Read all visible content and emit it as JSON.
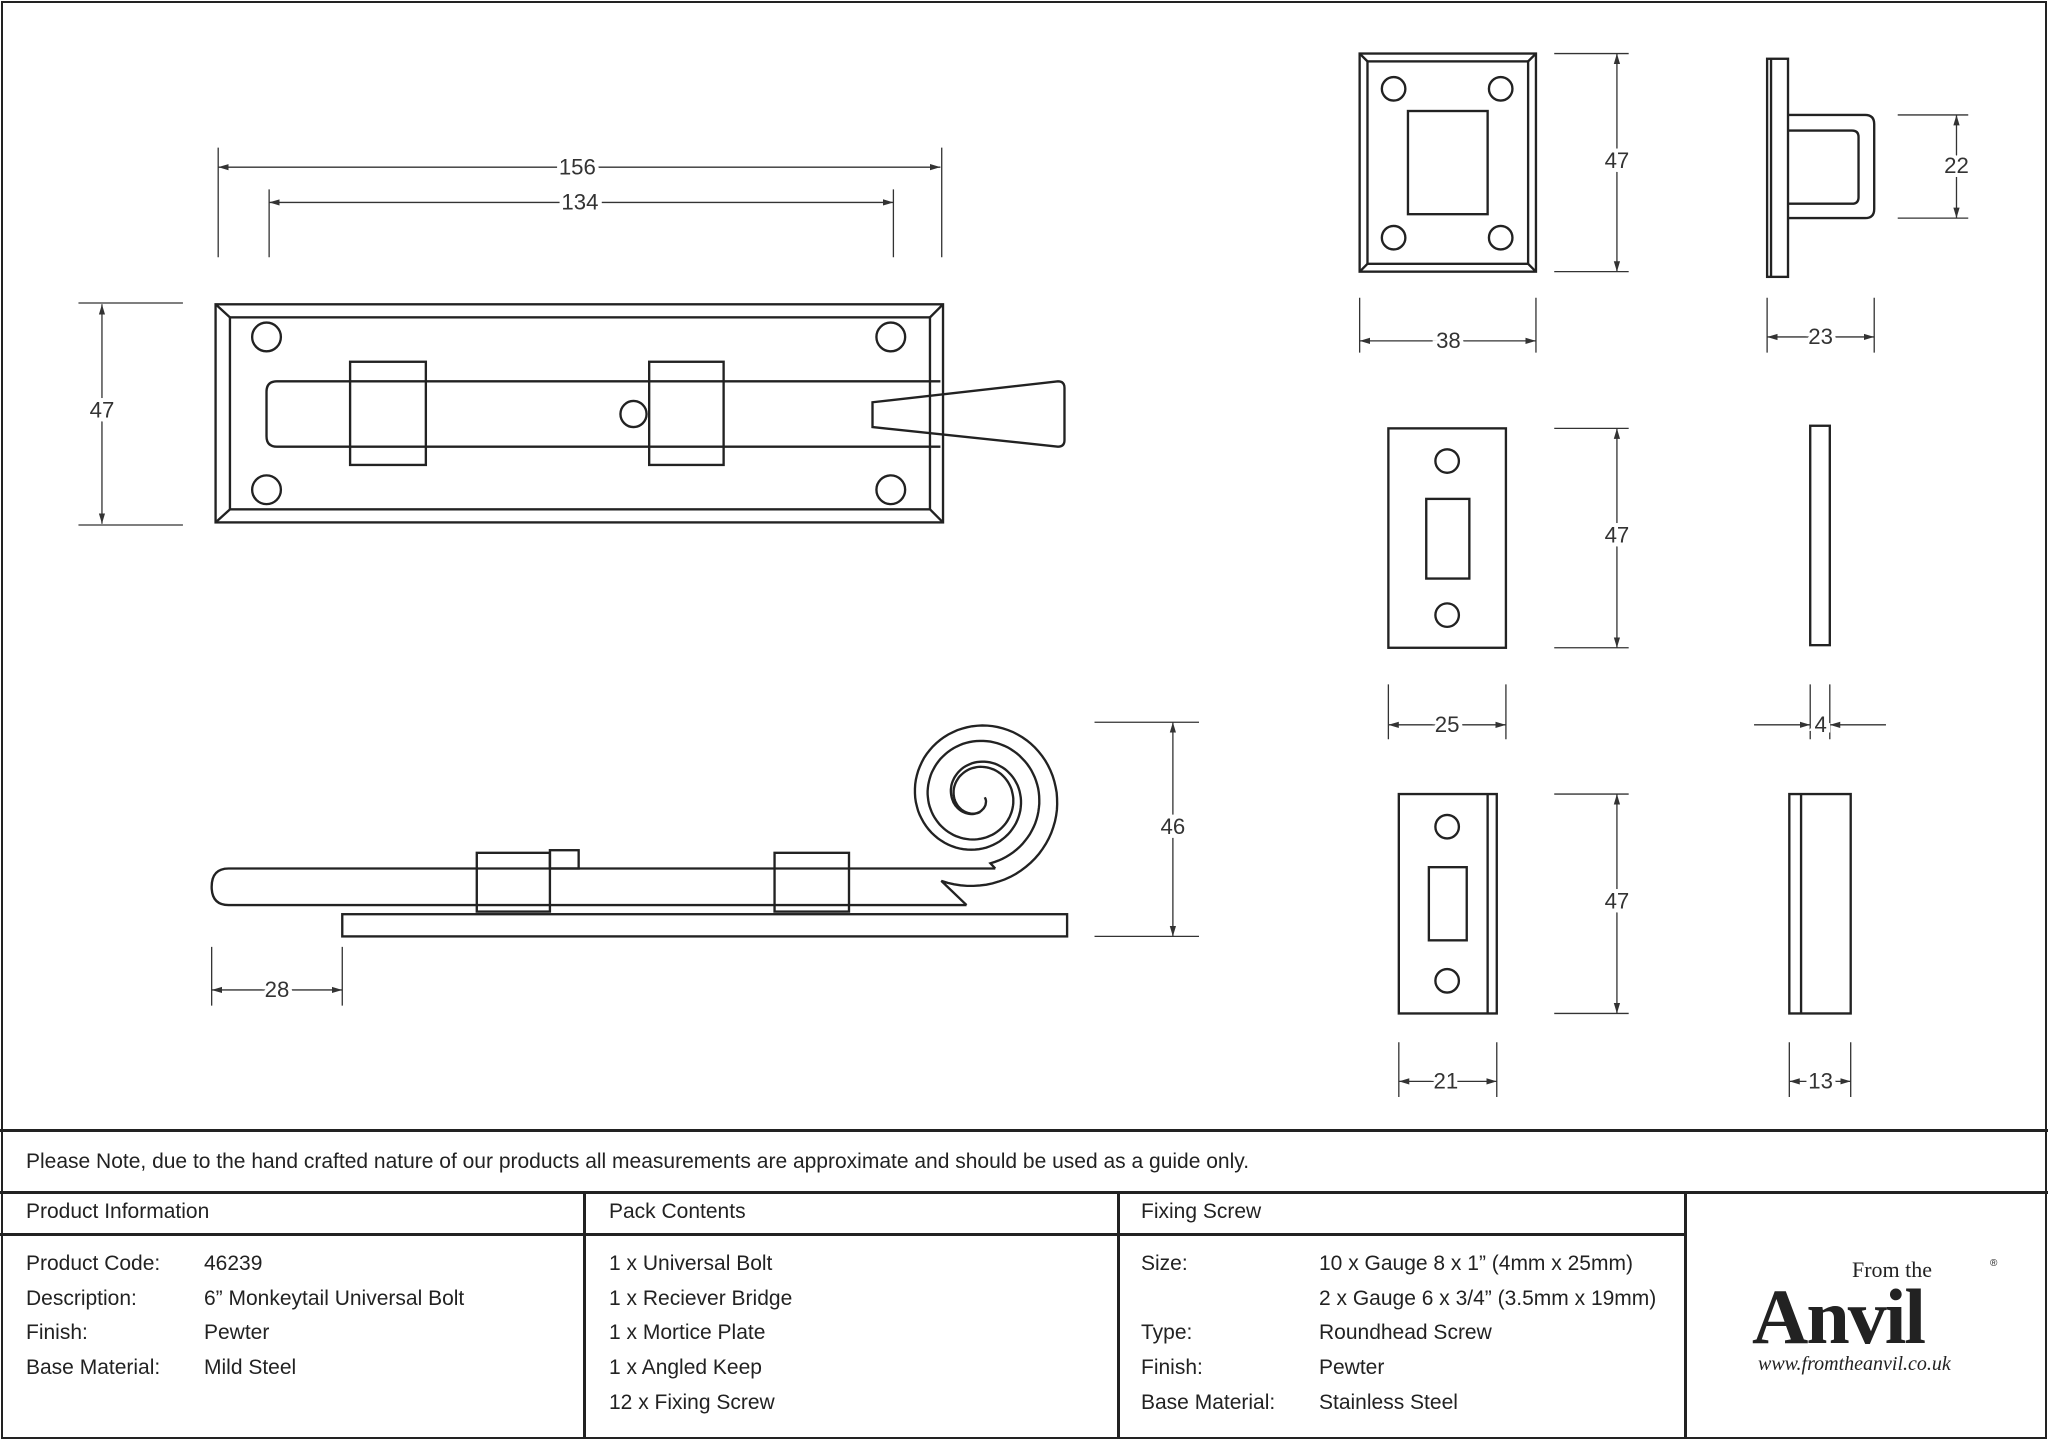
{
  "dimensions": {
    "bolt_length": "156",
    "slot_length": "134",
    "plate_height": "47",
    "bolt_height": "46",
    "bolt_offset": "28",
    "bridge_height": "47",
    "bridge_width": "38",
    "bridge_depth": "22",
    "bridge_side_width": "23",
    "mortice_height": "47",
    "mortice_width": "25",
    "mortice_thickness": "4",
    "keep_height": "47",
    "keep_width": "21",
    "keep_depth": "13"
  },
  "note": "Please Note, due to the hand crafted nature of our products all measurements are approximate and should be used as a guide only.",
  "product_info": {
    "header": "Product Information",
    "rows": [
      {
        "label": "Product Code:",
        "value": "46239"
      },
      {
        "label": "Description:",
        "value": "6” Monkeytail Universal Bolt"
      },
      {
        "label": "Finish:",
        "value": "Pewter"
      },
      {
        "label": "Base Material:",
        "value": "Mild Steel"
      }
    ]
  },
  "pack_contents": {
    "header": "Pack Contents",
    "items": [
      "1 x Universal Bolt",
      "1 x Reciever Bridge",
      "1 x Mortice Plate",
      "1 x Angled Keep",
      "12 x Fixing Screw"
    ]
  },
  "fixing_screw": {
    "header": "Fixing Screw",
    "size_label": "Size:",
    "size_values": [
      "10 x Gauge 8 x 1” (4mm x 25mm)",
      "2 x Gauge 6 x 3/4” (3.5mm x 19mm)"
    ],
    "type_label": "Type:",
    "type_value": "Roundhead Screw",
    "finish_label": "Finish:",
    "finish_value": "Pewter",
    "material_label": "Base Material:",
    "material_value": "Stainless Steel"
  },
  "logo": {
    "from_the": "From the",
    "name": "Anvil",
    "url": "www.fromtheanvil.co.uk",
    "reg": "®"
  }
}
